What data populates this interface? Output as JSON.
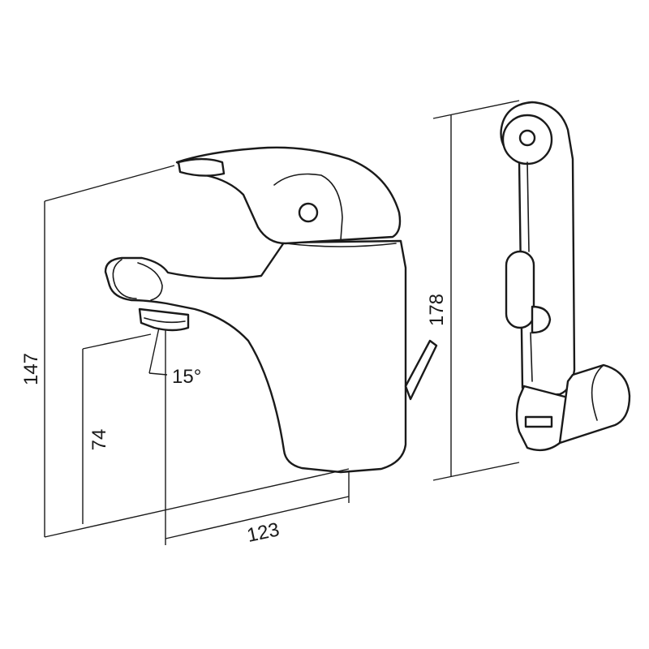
{
  "dimensions": {
    "height_overall": "147",
    "height_spout": "74",
    "reach": "123",
    "angle": "15°",
    "shower_length": "178"
  },
  "colors": {
    "line": "#1a1a1a",
    "background": "#ffffff"
  }
}
